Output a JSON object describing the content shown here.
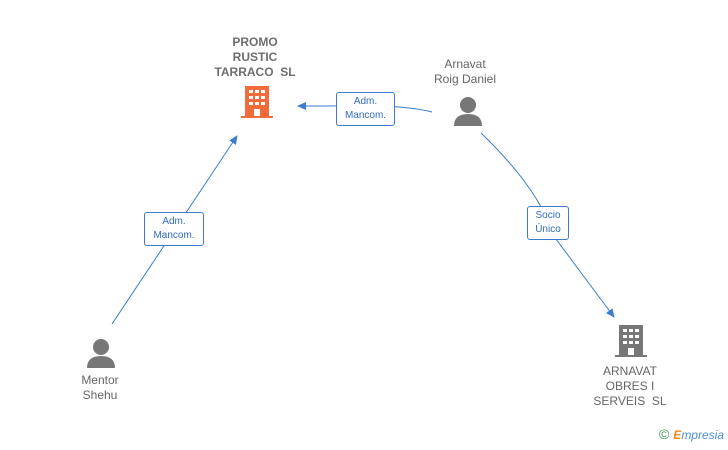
{
  "nodes": {
    "promo": {
      "lines": [
        "PROMO",
        "RUSTIC",
        "TARRACO  SL"
      ],
      "icon": "building-icon",
      "color": "#f26b3a"
    },
    "arnavat_person": {
      "lines": [
        "Arnavat",
        "Roig Daniel"
      ],
      "icon": "person-icon",
      "color": "#777777"
    },
    "mentor": {
      "lines": [
        "Mentor",
        "Shehu"
      ],
      "icon": "person-icon",
      "color": "#777777"
    },
    "arnavat_company": {
      "lines": [
        "ARNAVAT",
        "OBRES I",
        "SERVEIS  SL"
      ],
      "icon": "building-icon",
      "color": "#777777"
    }
  },
  "edges": {
    "arnavat_to_promo": {
      "lines": [
        "Adm.",
        "Mancom."
      ]
    },
    "mentor_to_promo": {
      "lines": [
        "Adm.",
        "Mancom."
      ]
    },
    "arnavat_to_company": {
      "lines": [
        "Socio",
        "Único"
      ]
    }
  },
  "watermark": {
    "symbol": "©",
    "brand_initial": "E",
    "brand_rest": "mpresia"
  },
  "colors": {
    "edge": "#3d7ccc",
    "company_main": "#f26b3a",
    "icon_gray": "#777777"
  }
}
